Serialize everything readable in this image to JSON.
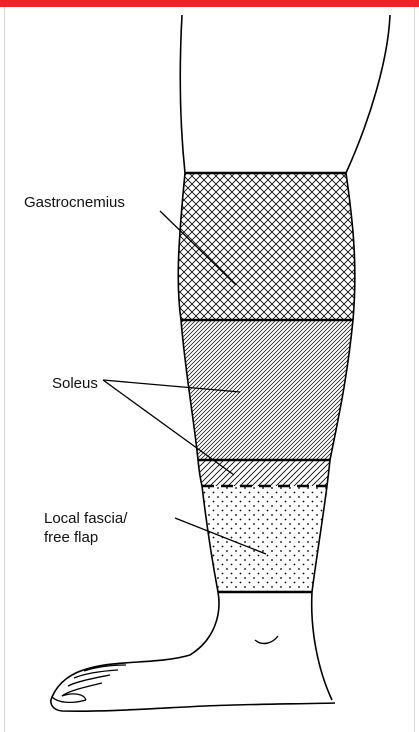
{
  "labels": {
    "gastrocnemius": "Gastrocnemius",
    "soleus": "Soleus",
    "local_fascia_line1": "Local fascia/",
    "local_fascia_line2": "free flap"
  },
  "colors": {
    "top_bar": "#e8262c",
    "outline": "#000000",
    "background": "#ffffff"
  }
}
